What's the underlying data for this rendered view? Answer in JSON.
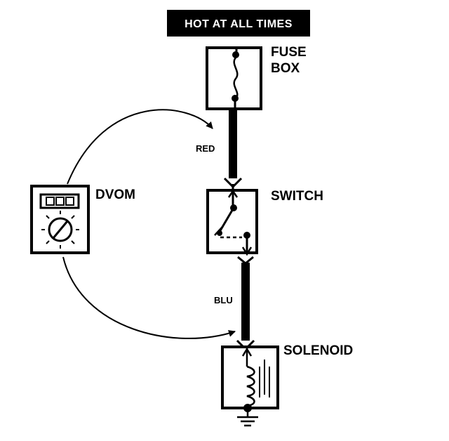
{
  "banner": {
    "text": "HOT AT ALL TIMES"
  },
  "components": {
    "fuse_box": {
      "line1": "FUSE",
      "line2": "BOX"
    },
    "switch": {
      "label": "SWITCH"
    },
    "solenoid": {
      "label": "SOLENOID"
    },
    "dvom": {
      "label": "DVOM"
    }
  },
  "wires": {
    "red": {
      "label": "RED"
    },
    "blu": {
      "label": "BLU"
    }
  }
}
